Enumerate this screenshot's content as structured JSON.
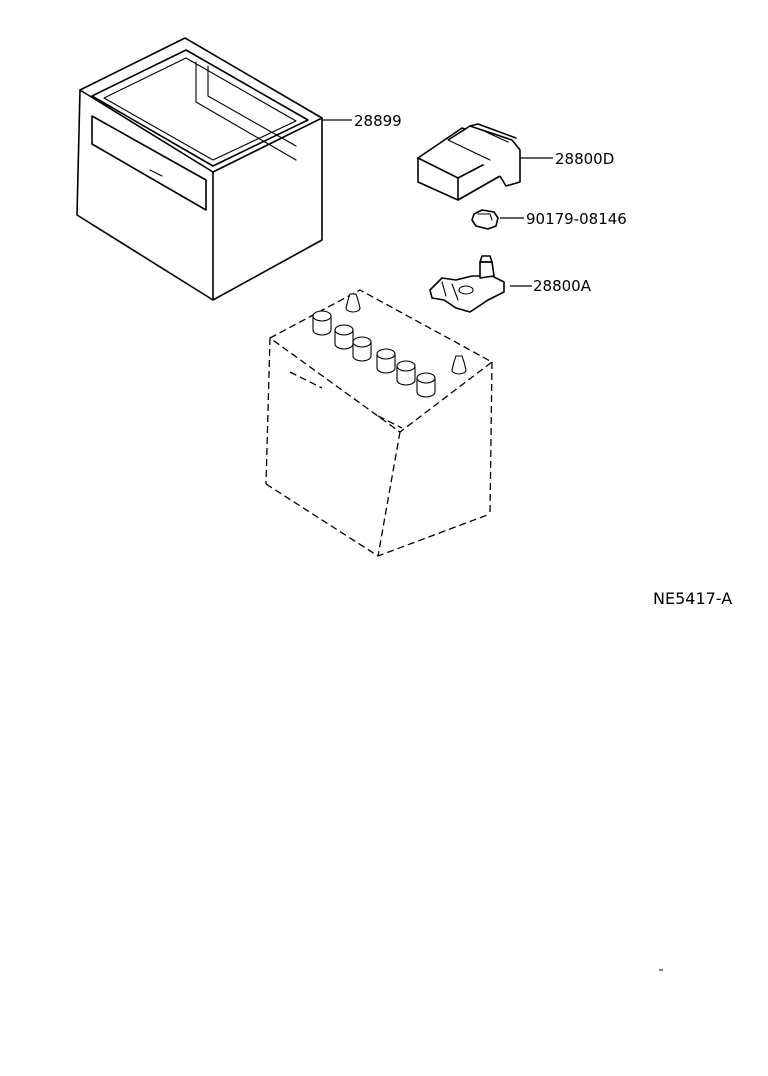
{
  "parts": {
    "tray": "28899",
    "hold_down": "28800D",
    "nut": "90179-08146",
    "terminal": "28800A"
  },
  "figure_code": "NE5417-A"
}
